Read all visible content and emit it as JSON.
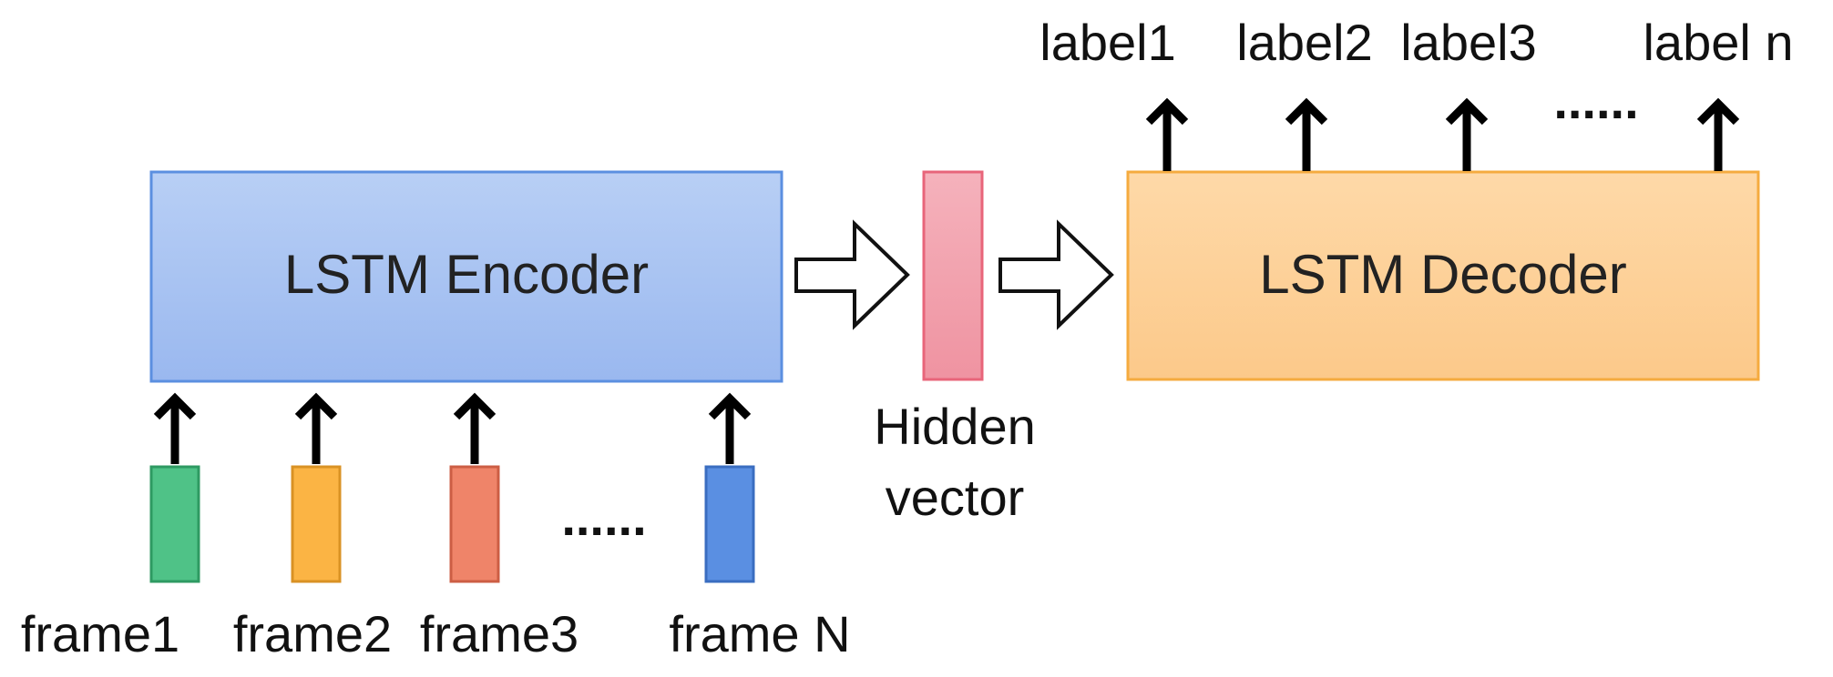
{
  "encoder": {
    "label": "LSTM Encoder",
    "fill": "#a9c4f2",
    "stroke": "#5b8fe0"
  },
  "decoder": {
    "label": "LSTM Decoder",
    "fill": "#fdd09b",
    "stroke": "#f5ab3f"
  },
  "hidden": {
    "line1": "Hidden",
    "line2": "vector",
    "fill": "#f2a2ae",
    "stroke": "#e8657a"
  },
  "frames": [
    {
      "label": "frame1",
      "fill": "#4fc287",
      "stroke": "#2e9a62"
    },
    {
      "label": "frame2",
      "fill": "#fbb444",
      "stroke": "#d99224"
    },
    {
      "label": "frame3",
      "fill": "#ef8469",
      "stroke": "#cc5e44"
    },
    {
      "label": "frame N",
      "fill": "#5a8fe2",
      "stroke": "#3a6dc0"
    }
  ],
  "labels": [
    "label1",
    "label2",
    "label3",
    "label n"
  ],
  "ellipsis": "......"
}
